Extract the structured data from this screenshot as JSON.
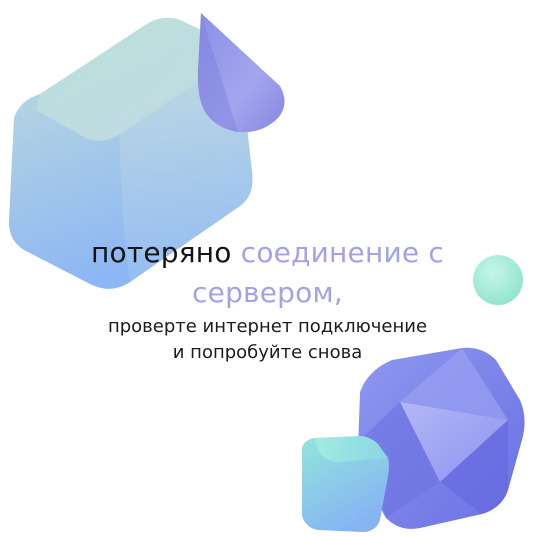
{
  "message": {
    "title_dark": "потеряно",
    "title_accent_line1": "соединение с",
    "title_accent_line2": "сервером,",
    "subtitle_line1": "проверте интернет подключение",
    "subtitle_line2": "и попробуйте снова"
  },
  "decor": {
    "shapes": [
      "cube-illustration",
      "cone-illustration",
      "sphere-illustration",
      "icosahedron-illustration",
      "small-cube-illustration"
    ],
    "colors": {
      "cube_top": "#c3dede",
      "cube_bottom": "#8ab5f3",
      "cone": "#9d9ee9",
      "sphere": "#a4ecd8",
      "icosahedron": "#7f86ec",
      "small_cube": "#8fd6e8",
      "accent_text": "#a3a2e6"
    }
  }
}
